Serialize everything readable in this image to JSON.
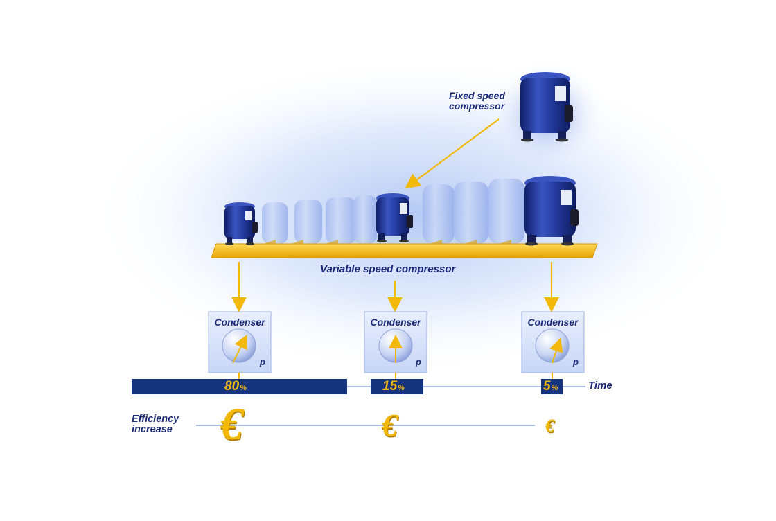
{
  "labels": {
    "fixed_speed": "Fixed speed compressor",
    "fixed_speed_line1": "Fixed speed",
    "fixed_speed_line2": "compressor",
    "variable_speed": "Variable speed compressor",
    "time": "Time",
    "efficiency_line1": "Efficiency",
    "efficiency_line2": "increase"
  },
  "condensers": [
    {
      "title": "Condenser",
      "pressure_symbol": "p",
      "share_value": "80",
      "share_unit": "%",
      "euro": "€"
    },
    {
      "title": "Condenser",
      "pressure_symbol": "p",
      "share_value": "15",
      "share_unit": "%",
      "euro": "€"
    },
    {
      "title": "Condenser",
      "pressure_symbol": "p",
      "share_value": "5",
      "share_unit": "%",
      "euro": "€"
    }
  ],
  "colors": {
    "navy": "#1b2a78",
    "bar_navy": "#16337e",
    "gold": "#f2b90b",
    "compressor_blue": "#23399a",
    "glow_blue": "#6c8fe6"
  }
}
